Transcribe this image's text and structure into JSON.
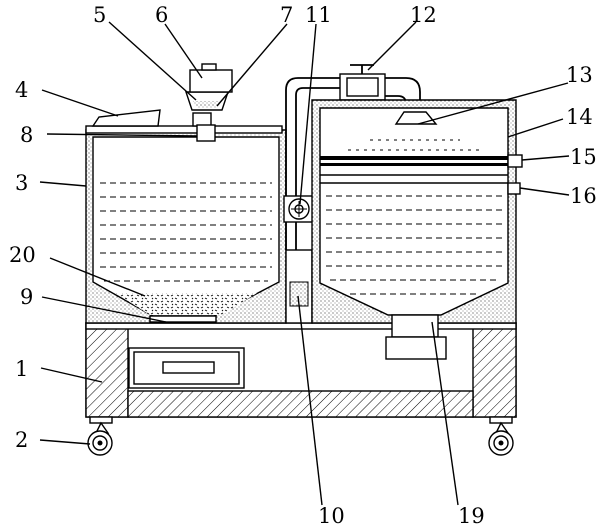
{
  "labels": [
    {
      "id": "1",
      "text": "1"
    },
    {
      "id": "2",
      "text": "2"
    },
    {
      "id": "3",
      "text": "3"
    },
    {
      "id": "4",
      "text": "4"
    },
    {
      "id": "5",
      "text": "5"
    },
    {
      "id": "6",
      "text": "6"
    },
    {
      "id": "7",
      "text": "7"
    },
    {
      "id": "8",
      "text": "8"
    },
    {
      "id": "9",
      "text": "9"
    },
    {
      "id": "10",
      "text": "10"
    },
    {
      "id": "11",
      "text": "11"
    },
    {
      "id": "12",
      "text": "12"
    },
    {
      "id": "13",
      "text": "13"
    },
    {
      "id": "14",
      "text": "14"
    },
    {
      "id": "15",
      "text": "15"
    },
    {
      "id": "16",
      "text": "16"
    },
    {
      "id": "19",
      "text": "19"
    },
    {
      "id": "20",
      "text": "20"
    }
  ]
}
